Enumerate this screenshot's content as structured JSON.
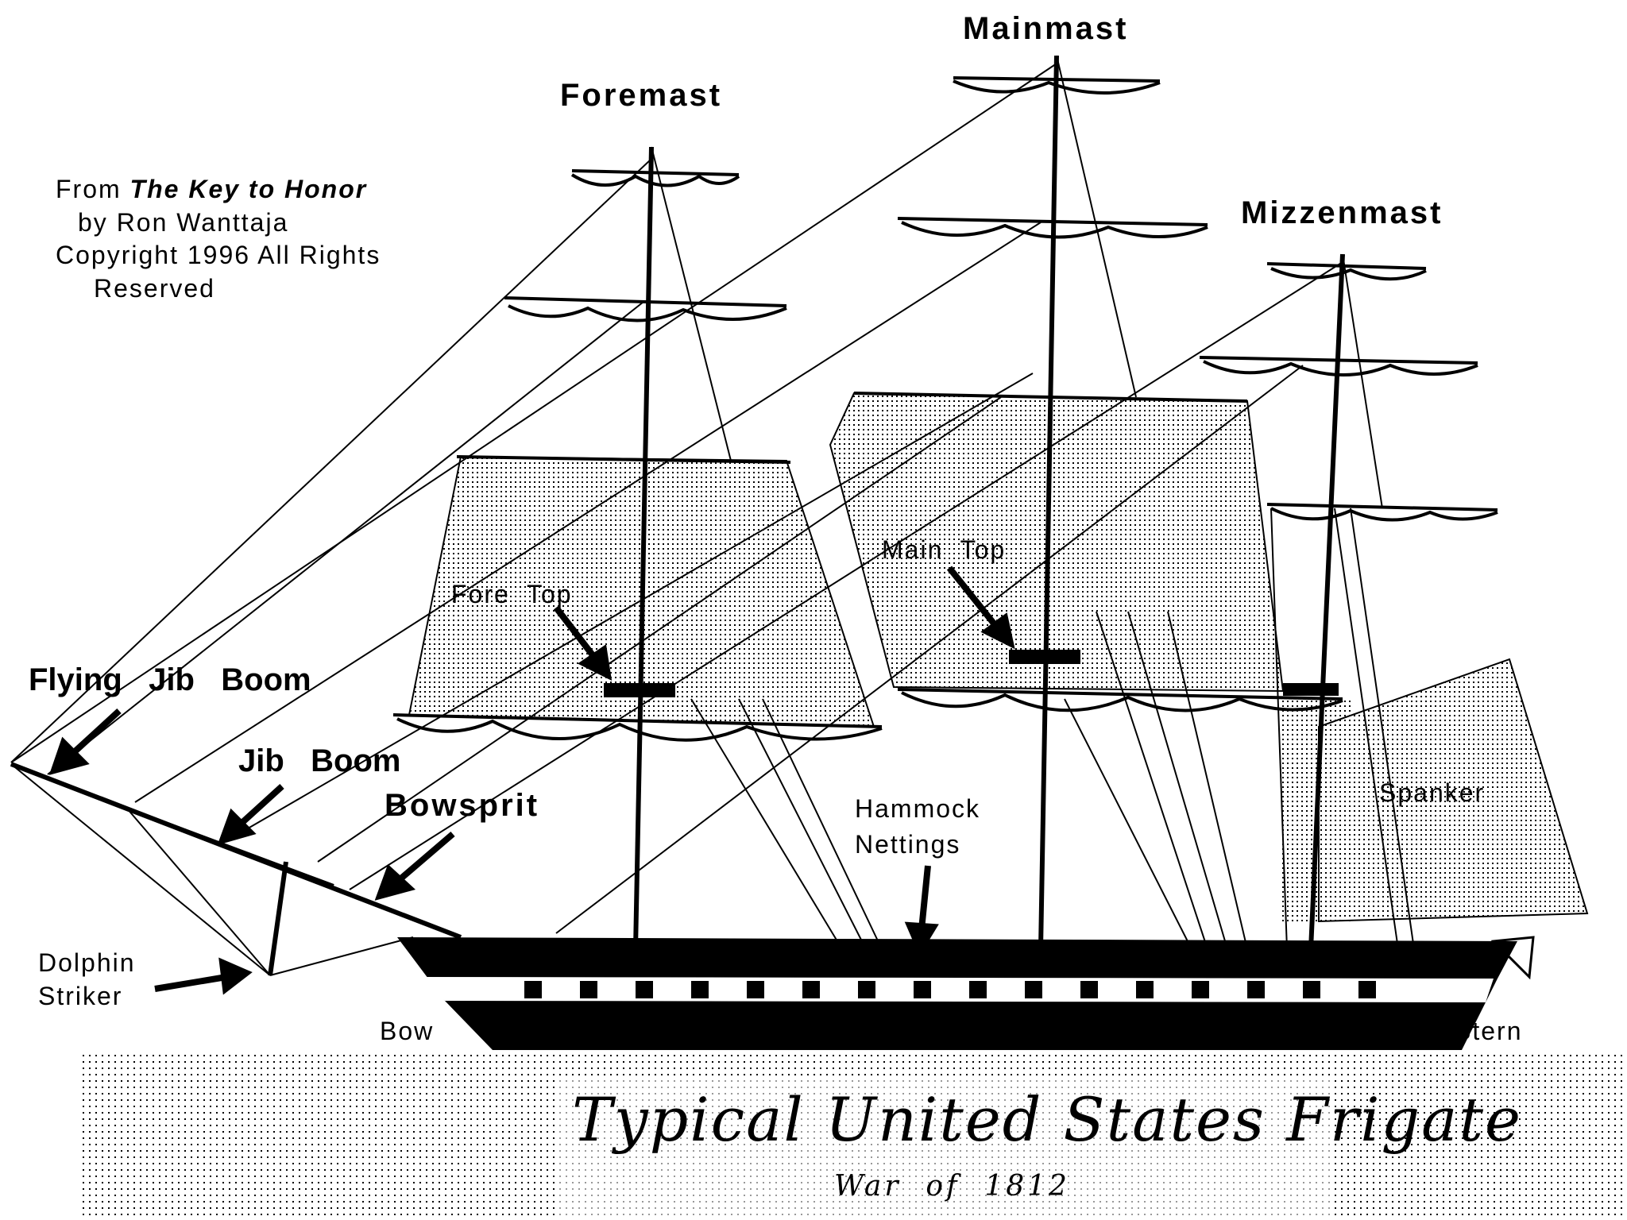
{
  "credit": {
    "prefix": "From",
    "book": "The Key to Honor",
    "author": "by Ron Wanttaja",
    "copyright": "Copyright 1996   All  Rights",
    "reserved": "Reserved"
  },
  "labels": {
    "mainmast": "Mainmast",
    "foremast": "Foremast",
    "mizzenmast": "Mizzenmast",
    "flying_jib_boom": "Flying   Jib   Boom",
    "jib_boom": "Jib   Boom",
    "bowsprit": "Bowsprit",
    "dolphin_striker": "Dolphin",
    "dolphin_striker_2": "Striker",
    "fore_top": "Fore  Top",
    "main_top": "Main  Top",
    "hammock_nettings": "Hammock",
    "hammock_nettings_2": "Nettings",
    "spanker": "Spanker",
    "bow": "Bow",
    "stern": "Stern"
  },
  "title": {
    "main": "Typical United States Frigate",
    "sub": "War  of  1812"
  },
  "colors": {
    "ink": "#000000",
    "paper": "#ffffff"
  }
}
